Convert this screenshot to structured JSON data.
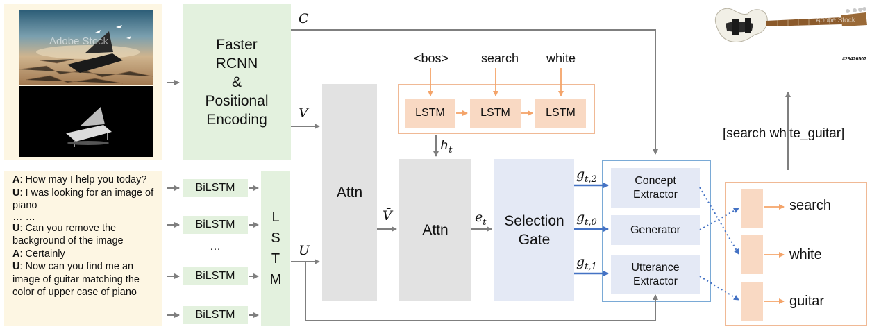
{
  "images": {
    "piano_scene": {
      "name": "piano-scene-image",
      "watermark": "Adobe Stock"
    },
    "piano_black": {
      "name": "piano-black-background-image"
    },
    "guitar": {
      "name": "white-guitar-image",
      "watermark": "Adobe Stock",
      "id_text": "#23426507"
    }
  },
  "faster_rcnn": {
    "label": "Faster\nRCNN\n&\nPositional\nEncoding"
  },
  "symbols": {
    "C": "C",
    "V": "V",
    "U": "U",
    "V_bar": "V̄",
    "h_t": "h",
    "h_t_sub": "t",
    "e_t": "e",
    "e_t_sub": "t",
    "g_t2": "g",
    "g_t2_sub": "t,2",
    "g_t0": "g",
    "g_t0_sub": "t,0",
    "g_t1": "g",
    "g_t1_sub": "t,1"
  },
  "dialogue": {
    "lines": [
      {
        "speaker": "A",
        "text": ": How may I help you today?"
      },
      {
        "speaker": "U",
        "text": ": I was looking for an image of piano"
      },
      {
        "speaker": "",
        "text": "… …"
      },
      {
        "speaker": "U",
        "text": ": Can you remove the background of the image"
      },
      {
        "speaker": "A",
        "text": ": Certainly"
      },
      {
        "speaker": "U",
        "text": ": Now can you find me an image of guitar matching the color of upper case of piano"
      }
    ]
  },
  "bilstm": {
    "label": "BiLSTM",
    "ellipsis": "…"
  },
  "lstm_vertical": {
    "letters": [
      "L",
      "S",
      "T",
      "M"
    ]
  },
  "attn": {
    "label": "Attn"
  },
  "decoder": {
    "tokens": [
      "<bos>",
      "search",
      "white"
    ],
    "cell_label": "LSTM"
  },
  "selection_gate": {
    "label": "Selection\nGate"
  },
  "extractors": {
    "concept": "Concept\nExtractor",
    "generator": "Generator",
    "utterance": "Utterance\nExtractor"
  },
  "output": {
    "command": "[search white_guitar]",
    "tokens": [
      "search",
      "white",
      "guitar"
    ]
  },
  "colors": {
    "pane": "#fdf6e3",
    "green": "#e3f1de",
    "gray": "#e2e2e2",
    "blue_box": "#e4e9f5",
    "peach": "#f9d9c3",
    "orange_border": "#f0b995",
    "blue_border": "#7aaad6",
    "arrow_gray": "#7f7f7f",
    "arrow_blue": "#4472c4",
    "arrow_orange": "#f4a46a"
  }
}
